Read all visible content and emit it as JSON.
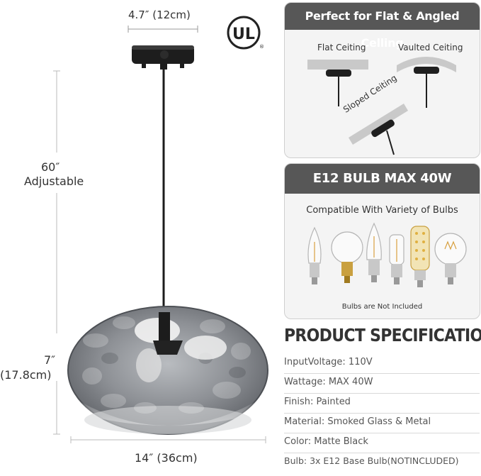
{
  "dimensions": {
    "canopy_width": "4.7″ (12cm)",
    "cord_length": "60″",
    "cord_note": "Adjustable",
    "shade_height": "7″",
    "shade_height_cm": "(17.8cm)",
    "shade_width": "14″ (36cm)"
  },
  "certification": {
    "mark": "UL"
  },
  "ceiling_panel": {
    "title": "Perfect for Flat & Angled Celling",
    "flat": "Flat Ceiting",
    "vaulted": "Vaulted Ceiting",
    "sloped": "Sloped Ceiting"
  },
  "bulb_panel": {
    "title": "E12 BULB MAX 40W",
    "subtitle": "Compatible With Variety of Bulbs",
    "note": "Bulbs are Not Included"
  },
  "spec": {
    "title": "PRODUCT SPECIFICATION",
    "rows": [
      "InputVoltage: 110V",
      "Wattage: MAX 40W",
      "Finish: Painted",
      "Material: Smoked Glass & Metal",
      "Color: Matte Black",
      "Bulb: 3x E12 Base Bulb(NOTINCLUDED)"
    ]
  },
  "colors": {
    "header": "#575757",
    "panel": "#f4f4f4",
    "fixture": "#1c1c1c",
    "glass": "#8a8d92"
  }
}
